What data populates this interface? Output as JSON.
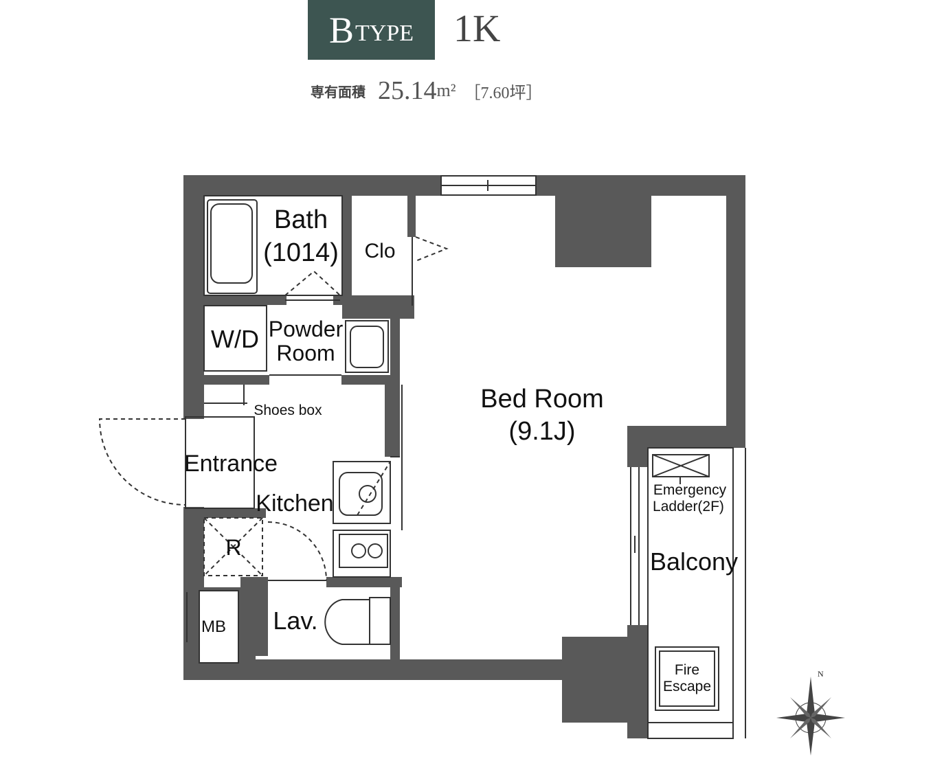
{
  "header": {
    "type_letter": "B",
    "type_word": "TYPE",
    "layout_code": "1K",
    "area_label": "専有面積",
    "area_value": "25.14",
    "area_unit": "m²",
    "area_tsubo": "［7.60坪］"
  },
  "rooms": {
    "bath": "Bath",
    "bath_size": "(1014)",
    "closet": "Clo",
    "wd": "W/D",
    "powder1": "Powder",
    "powder2": "Room",
    "shoes": "Shoes box",
    "entrance": "Entrance",
    "kitchen": "Kitchen",
    "refrigerator": "R",
    "mb": "MB",
    "lav": "Lav.",
    "bedroom": "Bed Room",
    "bedroom_size": "(9.1J)",
    "emergency1": "Emergency",
    "emergency2": "Ladder(2F)",
    "balcony": "Balcony",
    "fire1": "Fire",
    "fire2": "Escape"
  },
  "compass": {
    "north": "N"
  },
  "colors": {
    "badge": "#3d5551",
    "wall": "#595959"
  }
}
